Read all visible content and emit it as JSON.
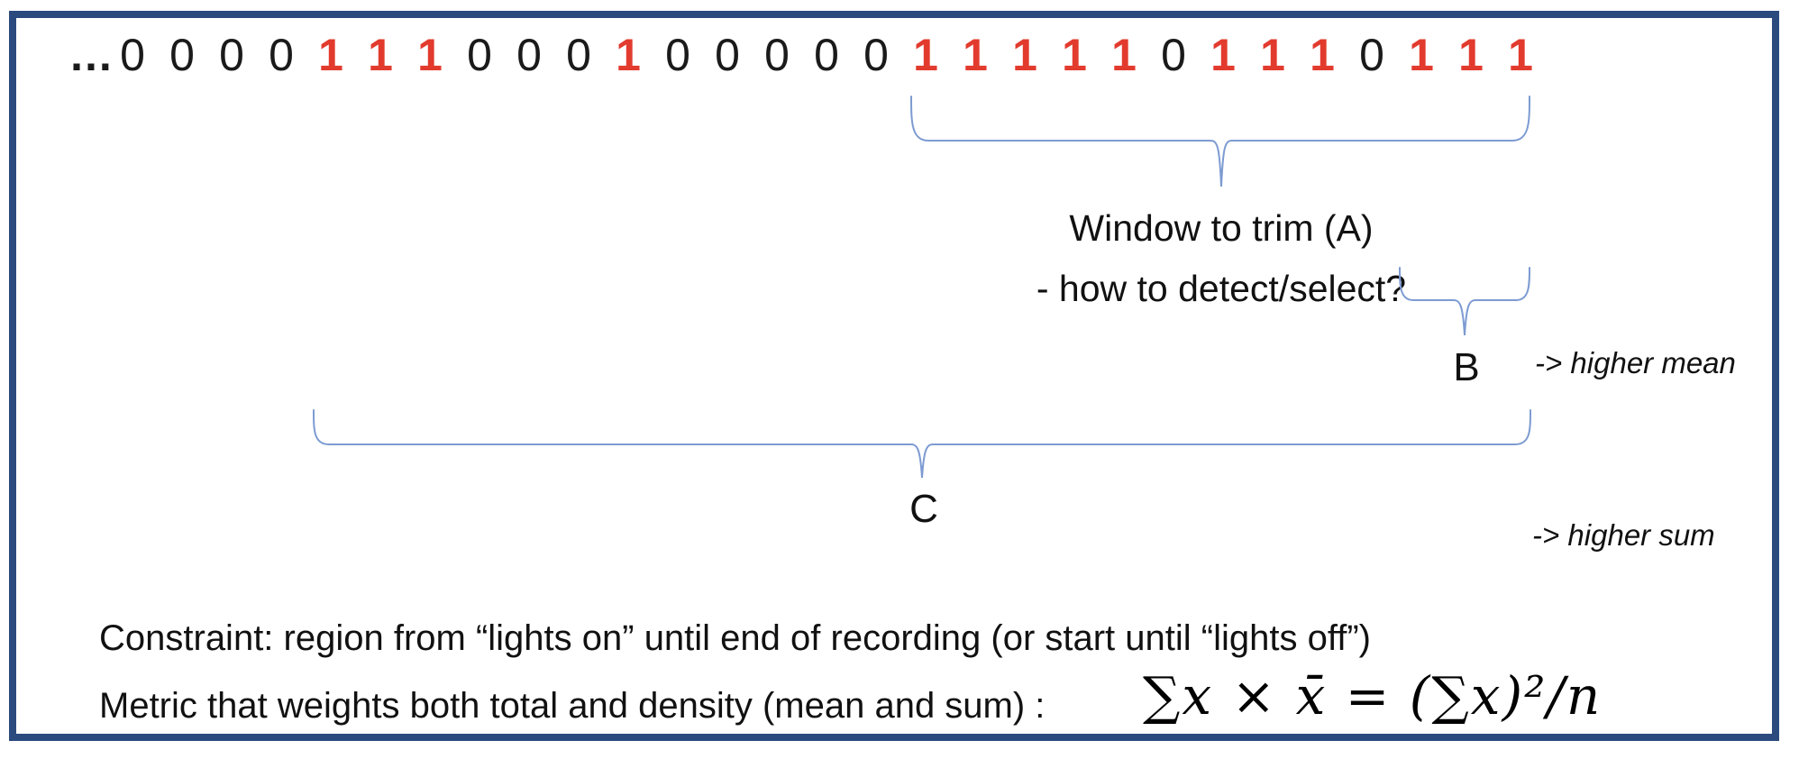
{
  "slide": {
    "background": "#ffffff",
    "border_color": "#2b4a7e"
  },
  "sequence": {
    "ellipsis": "…",
    "tokens": [
      "0",
      "0",
      "0",
      "0",
      "1",
      "1",
      "1",
      "0",
      "0",
      "0",
      "1",
      "0",
      "0",
      "0",
      "0",
      "0",
      "1",
      "1",
      "1",
      "1",
      "1",
      "0",
      "1",
      "1",
      "1",
      "0",
      "1",
      "1",
      "1"
    ],
    "one_color": "#e23b2e",
    "zero_color": "#1a1a1a"
  },
  "annotations": {
    "brace_color": "#7d9bd2",
    "window_a": {
      "line1": "Window to trim (A)",
      "line2": "- how to detect/select?"
    },
    "label_b": "B",
    "label_c": "C",
    "higher_mean": "-> higher mean",
    "higher_sum": "-> higher sum"
  },
  "notes": {
    "constraint": "Constraint: region from “lights on” until end of recording (or start until “lights off”)",
    "metric_label": "Metric that weights both total and density (mean and sum) :",
    "metric_formula": "∑x × x̄  =  (∑x)²/n"
  }
}
